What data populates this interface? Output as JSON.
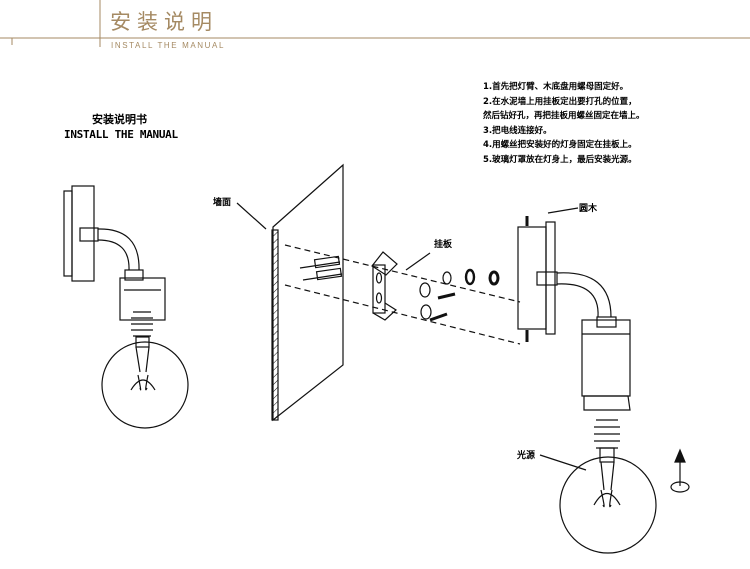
{
  "header": {
    "title": "安装说明",
    "subtitle": "INSTALL THE MANUAL",
    "accent_color": "#a58a63"
  },
  "manual": {
    "title_cn": "安装说明书",
    "title_en": "INSTALL THE MANUAL"
  },
  "steps": [
    "1.首先把灯臂、木底盘用螺母固定好。",
    "2.在水泥墙上用挂板定出要打孔的位置，",
    "然后钻好孔，再把挂板用螺丝固定在墙上。",
    "3.把电线连接好。",
    "4.用螺丝把安装好的灯身固定在挂板上。",
    "5.玻璃灯罩放在灯身上，最后安装光源。"
  ],
  "labels": {
    "wall": "墙面",
    "bracket": "挂板",
    "wood_base": "圆木",
    "light_source": "光源"
  }
}
